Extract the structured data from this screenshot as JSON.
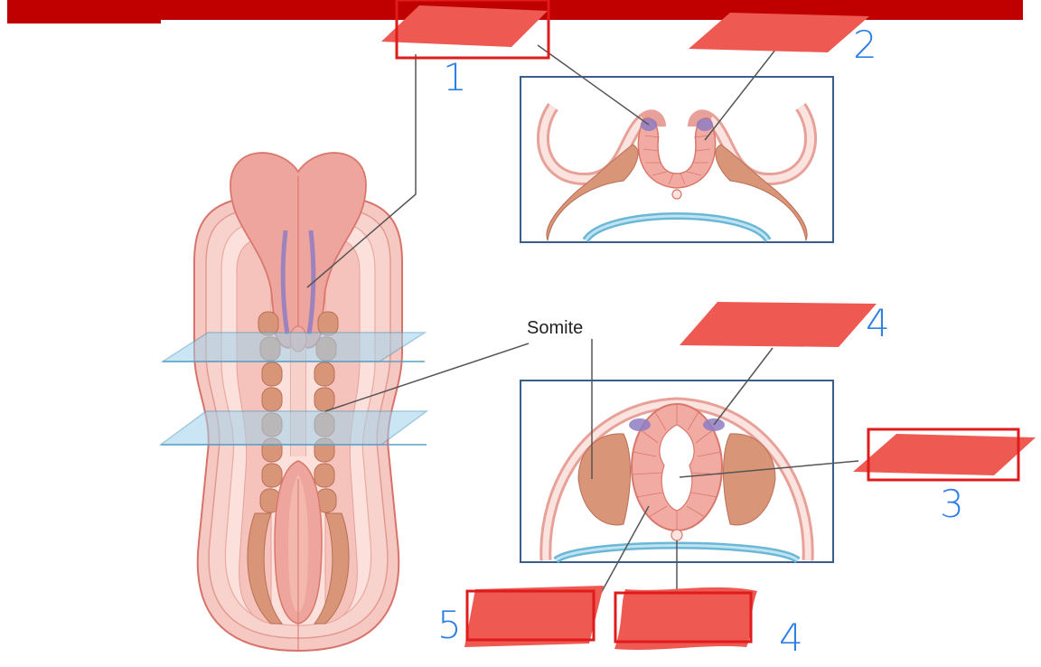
{
  "colors": {
    "header_bar": "#c00000",
    "redaction": "#ee5a52",
    "highlight_box": "#e01b1b",
    "handwriting": "#2f7fe6",
    "panel_border": "#3a5e8c",
    "tissue_pink": "#f2b9b3",
    "tissue_dark": "#d98b73",
    "neural_purple": "#8e7cc3",
    "plane_blue": "#9fd3ec"
  },
  "labels": {
    "somite": "Somite"
  },
  "markers": [
    "1",
    "2",
    "3",
    "4",
    "5",
    "4"
  ],
  "icons": {
    "redaction": "redaction-patch",
    "highlight": "highlight-box"
  }
}
